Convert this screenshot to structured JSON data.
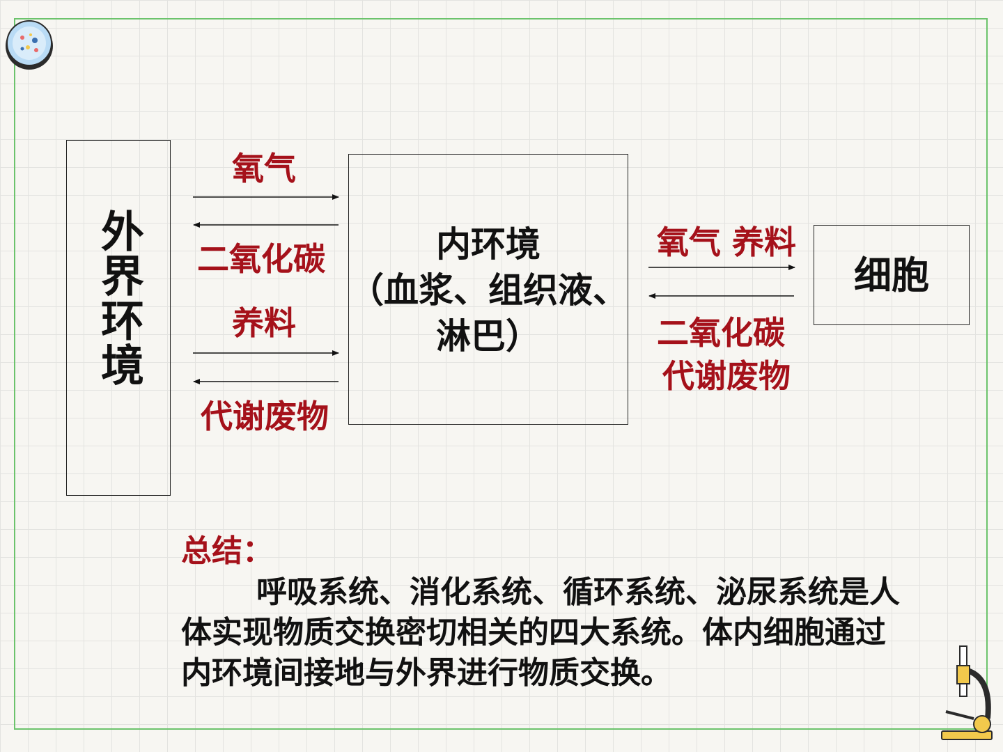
{
  "diagram": {
    "outer_env": "外界环境",
    "inner_env": {
      "line1": "内环境",
      "line2": "（血浆、组织液、",
      "line3": "淋巴）"
    },
    "cell": "细胞",
    "left_labels": {
      "oxygen": "氧气",
      "co2": "二氧化碳",
      "nutrients": "养料",
      "waste": "代谢废物"
    },
    "right_labels": {
      "oxygen_nutrients": "氧气 养料",
      "co2": "二氧化碳",
      "waste": "代谢废物"
    }
  },
  "summary": {
    "title": "总结：",
    "body": "呼吸系统、消化系统、循环系统、泌尿系统是人体实现物质交换密切相关的四大系统。体内细胞通过内环境间接地与外界进行物质交换。"
  },
  "colors": {
    "accent_red": "#a5111a",
    "frame_green": "#6cc36c",
    "text": "#111111"
  }
}
